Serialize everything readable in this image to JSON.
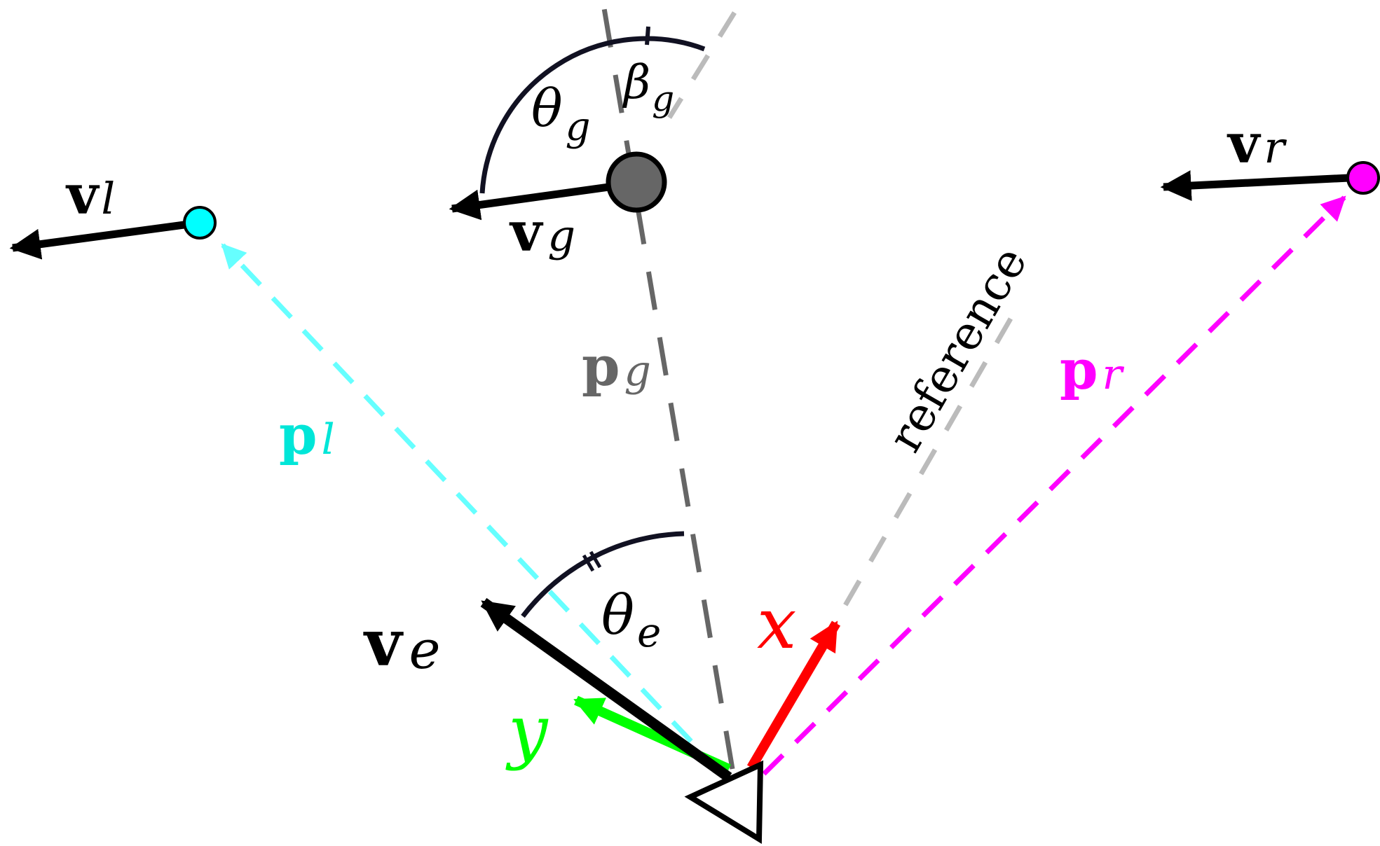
{
  "labels": {
    "v_l": {
      "base": "v",
      "sub": "l"
    },
    "v_g": {
      "base": "v",
      "sub": "g"
    },
    "v_r": {
      "base": "v",
      "sub": "r"
    },
    "v_e": {
      "base": "v",
      "sub": "e"
    },
    "p_l": {
      "base": "p",
      "sub": "l"
    },
    "p_g": {
      "base": "p",
      "sub": "g"
    },
    "p_r": {
      "base": "p",
      "sub": "r"
    },
    "theta_g": {
      "base": "θ",
      "sub": "g"
    },
    "beta_g": {
      "base": "β",
      "sub": "g"
    },
    "theta_e": {
      "base": "θ",
      "sub": "e"
    },
    "x_axis": "x",
    "y_axis": "y",
    "reference": "reference"
  },
  "colors": {
    "left_agent": "#00ffff",
    "left_path": "#66ffff",
    "label_l": "#00e6d8",
    "goal_agent": "#666666",
    "path_g": "#666666",
    "right_agent": "#ff00ff",
    "path_r": "#ff00ff",
    "x_axis": "#ff0000",
    "y_axis": "#00ff00",
    "reference_line": "#bbbbbb",
    "velocity": "#000000"
  }
}
